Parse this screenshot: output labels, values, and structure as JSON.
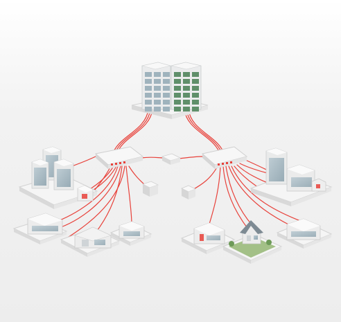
{
  "diagram": {
    "kind": "isometric-network-topology",
    "colors": {
      "background": "#ffffff",
      "ground": "#eeeeee",
      "platform": "#f6f6f6",
      "platform_edge": "#d4d4d4",
      "cable": "#e8413a",
      "building_wall": "#e9eaea",
      "building_roof": "#fafafa",
      "building_side": "#cfd2d3",
      "glass": "#9fb3bd",
      "glass_green": "#5f8f6a",
      "lawn": "#8fb36b",
      "roof_dark": "#7d8a93"
    },
    "nodes": [
      {
        "id": "datacenter-left",
        "role": "core"
      },
      {
        "id": "datacenter-right",
        "role": "core"
      },
      {
        "id": "switch-left",
        "role": "distribution"
      },
      {
        "id": "switch-right",
        "role": "distribution"
      },
      {
        "id": "switch-middle",
        "role": "relay"
      },
      {
        "id": "junction-left",
        "role": "access"
      },
      {
        "id": "junction-right",
        "role": "access"
      },
      {
        "id": "campus-left",
        "role": "site"
      },
      {
        "id": "campus-right",
        "role": "site"
      },
      {
        "id": "office-left",
        "role": "site"
      },
      {
        "id": "warehouse-left",
        "role": "site"
      },
      {
        "id": "small-office-left",
        "role": "site"
      },
      {
        "id": "shop-right",
        "role": "site"
      },
      {
        "id": "house-right",
        "role": "site"
      },
      {
        "id": "office-right",
        "role": "site"
      }
    ]
  }
}
